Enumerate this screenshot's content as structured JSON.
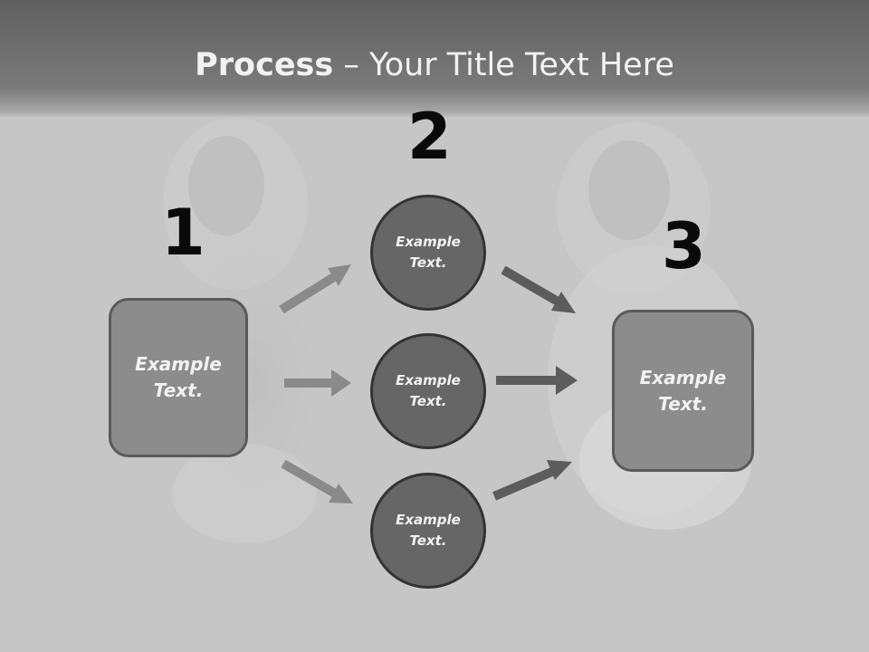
{
  "title": {
    "bold": "Process",
    "rest": " – Your Title Text Here"
  },
  "steps": [
    {
      "number": "1",
      "text": "Example\nText."
    },
    {
      "number": "2",
      "text": "Example\nText."
    },
    {
      "number": "3",
      "text": "Example\nText."
    }
  ],
  "circles": [
    {
      "text": "Example\nText."
    },
    {
      "text": "Example\nText."
    },
    {
      "text": "Example\nText."
    }
  ],
  "colors": {
    "light_arrow": "#8a8a8a",
    "dark_arrow": "#5c5c5c",
    "box_fill": "#8c8c8c",
    "circle_fill": "#666666",
    "background": "#c6c6c6"
  }
}
